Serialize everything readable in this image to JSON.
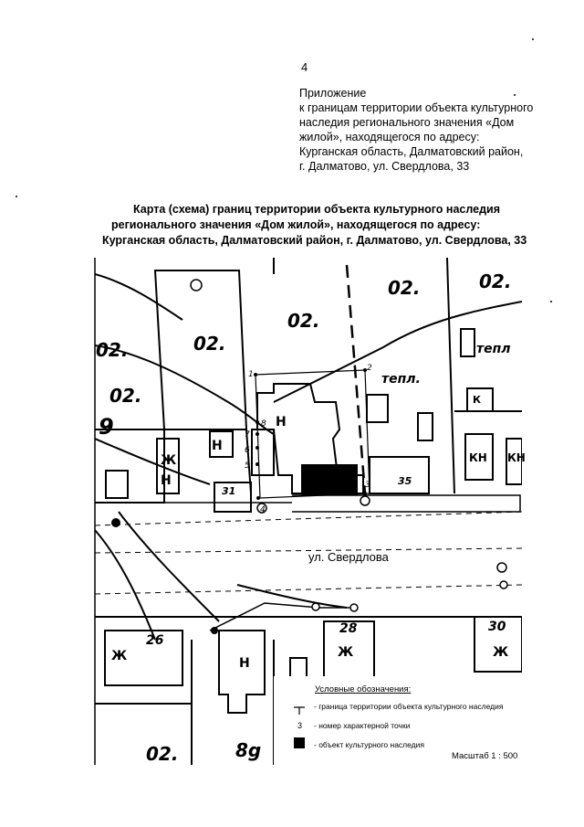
{
  "page_number": "4",
  "appendix": {
    "lines": [
      "Приложение",
      "к границам территории объекта культурного",
      "наследия регионального значения «Дом",
      "жилой», находящегося по адресу:",
      "Курганская область, Далматовский район,",
      "г. Далматово, ул. Свердлова, 33"
    ]
  },
  "map_title": {
    "line1": "Карта (схема) границ территории объекта культурного наследия",
    "line2": "регионального значения «Дом жилой», находящегося по адресу:",
    "line3": "Курганская область, Далматовский район, г. Далматово, ул. Свердлова, 33"
  },
  "map": {
    "street_label": "ул. Свердлова",
    "point_labels": [
      "1",
      "2",
      "3",
      "4",
      "5",
      "6",
      "7",
      "8"
    ],
    "lot_labels": [
      "02.",
      "02.",
      "02.",
      "02.",
      "02.",
      "02.",
      "8g",
      "02."
    ],
    "building_labels": [
      "Н",
      "Н",
      "Ж",
      "Н",
      "КН",
      "КН",
      "Ж",
      "Ж",
      "Ж",
      "Н",
      "К"
    ],
    "number_labels": [
      "31",
      "35",
      "26",
      "28",
      "30"
    ],
    "misc_labels": [
      "тепл.",
      "тепл",
      "9"
    ]
  },
  "legend": {
    "title": "Условные обозначения:",
    "items": [
      {
        "symbol": "boundary-line",
        "text": "- граница территории объекта культурного наследия"
      },
      {
        "symbol": "3",
        "text": "- номер характерной точки"
      },
      {
        "symbol": "filled-square",
        "text": "- объект   культурного наследия"
      }
    ]
  },
  "scale": "Масштаб 1 : 500"
}
